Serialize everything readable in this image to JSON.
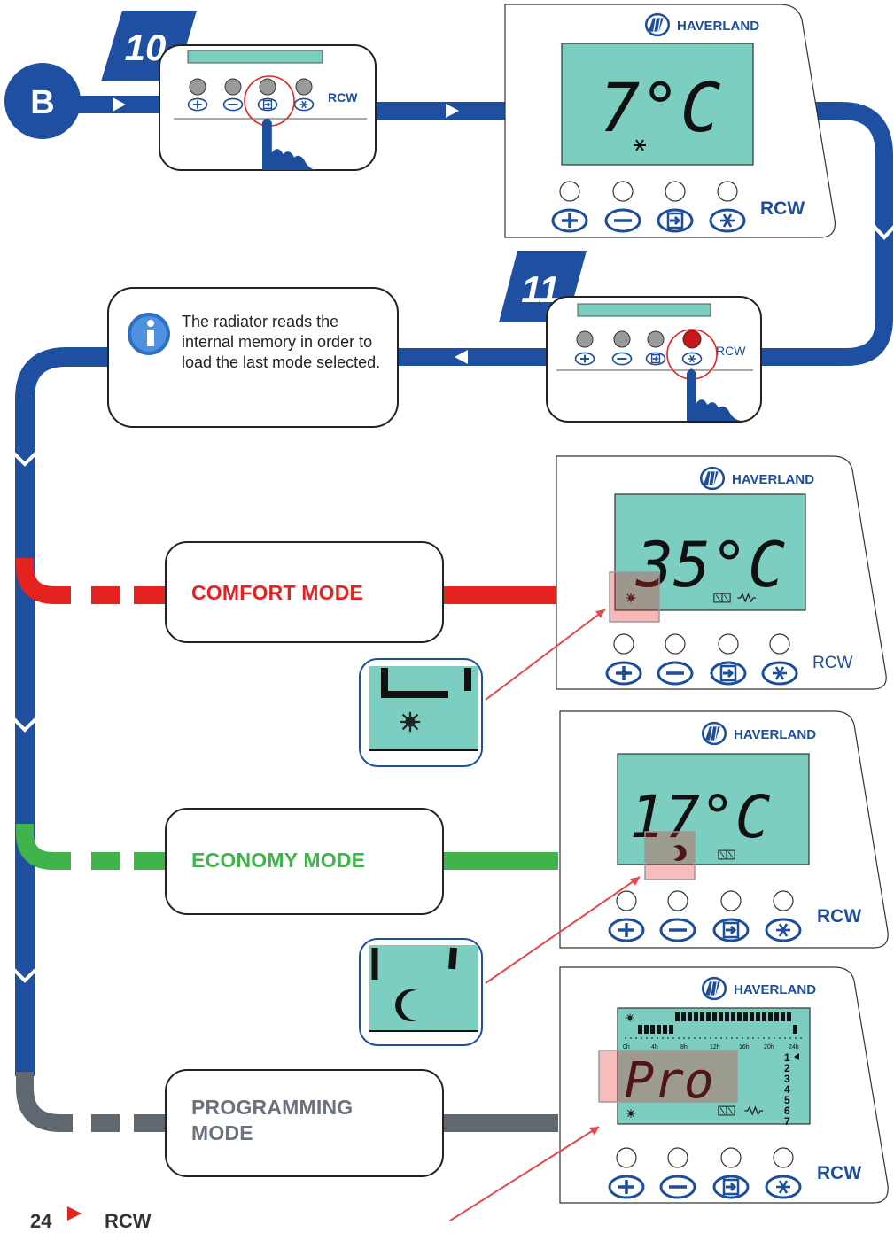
{
  "brand": "HAVERLAND",
  "model": "RCW",
  "badge_b": "B",
  "steps": [
    "10",
    "11"
  ],
  "info_message": "The radiator reads the internal memory in order to load the last mode selected.",
  "displays": {
    "frost": "7°C",
    "comfort": "35°C",
    "economy": "17°C",
    "programming": "Pro"
  },
  "timeline_ticks": [
    "0h",
    "4h",
    "8h",
    "12h",
    "16h",
    "20h",
    "24h"
  ],
  "program_days": [
    "1",
    "2",
    "3",
    "4",
    "5",
    "6",
    "7"
  ],
  "modes": {
    "comfort": "COMFORT MODE",
    "economy": "ECONOMY MODE",
    "programming": "PROGRAMMING MODE"
  },
  "footer": {
    "page": "24",
    "title": "RCW"
  },
  "colors": {
    "flow_blue": "#1f4fa0",
    "comfort_red": "#e42321",
    "economy_green": "#3eb44a",
    "programming_gray": "#5f6870",
    "lcd": "#7ccfc0",
    "icon_blue": "#1c4e9c"
  },
  "icons": [
    "plus-icon",
    "minus-icon",
    "mode-icon",
    "frost-icon",
    "sun-icon",
    "moon-icon",
    "info-icon",
    "hand-icon",
    "haverland-logo"
  ]
}
